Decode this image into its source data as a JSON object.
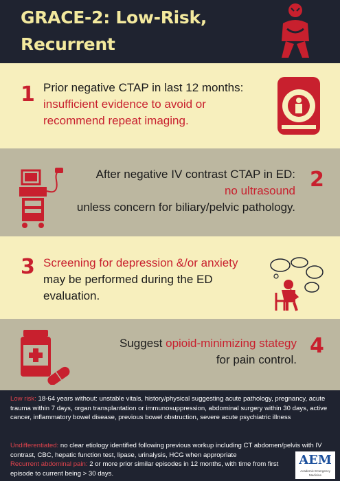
{
  "header": {
    "title_line1": "GRACE-2: Low-Risk, Recurrent",
    "title_line2": "Abdominal Pain in the ED",
    "icon": "person-abdominal-pain-icon"
  },
  "recommendations": [
    {
      "number": "1",
      "line1": "Prior negative CTAP in last 12 months:",
      "highlight1": "insufficient evidence to avoid or",
      "highlight2": "recommend repeat imaging.",
      "icon": "ct-scanner-icon"
    },
    {
      "number": "2",
      "line1": "After negative IV contrast CTAP in ED:",
      "highlight": "no ultrasound",
      "line3": "unless concern for biliary/pelvic pathology.",
      "icon": "ultrasound-machine-icon"
    },
    {
      "number": "3",
      "highlight": "Screening for depression &/or anxiety",
      "line2": "may be performed during the ED",
      "line3": "evaluation.",
      "icon": "worried-person-icon"
    },
    {
      "number": "4",
      "prefix": "Suggest ",
      "highlight": "opioid-minimizing stategy",
      "line2": "for pain control.",
      "icon": "pill-bottle-icon"
    }
  ],
  "footnotes": {
    "low_risk_label": "Low risk:",
    "low_risk_text": " 18-64 years without: unstable vitals, history/physical suggesting acute pathology, pregnancy, acute trauma within 7 days, organ transplantation or immunosuppression, abdominal surgery within 30 days, active cancer, inflammatory bowel disease, previous bowel obstruction, severe acute psychiatric illness",
    "undiff_label": "Undifferentiated:",
    "undiff_text": " no clear etiology identified following previous workup including CT abdomen/pelvis with IV contrast, CBC, hepatic function test, lipase, urinalysis, HCG when appropriate",
    "recurrent_label": "Recurrent abdominal pain:",
    "recurrent_text": " 2 or more prior similar episodes in 12 months, with time from first episode to current being > 30 days."
  },
  "logo": {
    "word": "AEM",
    "subtitle": "Academic Emergency Medicine"
  },
  "colors": {
    "dark": "#1f2330",
    "accent_red": "#c8202e",
    "title_yellow": "#f3e99e",
    "light_panel": "#f7efbd",
    "dark_panel": "#bcb7a0"
  }
}
